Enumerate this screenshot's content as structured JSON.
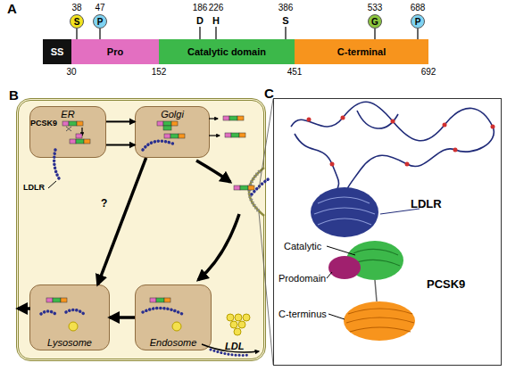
{
  "diagram": {
    "nodes": [
      {
        "text": [
          "S"
        ]
      },
      {
        "text": [
          "P"
        ]
      },
      {
        "text": [
          "G"
        ]
      },
      {
        "text": [
          "P"
        ]
      },
      {
        "text": [
          "SS"
        ]
      },
      {
        "text": [
          "Pro"
        ]
      },
      {
        "text": [
          "Catalytic domain"
        ]
      },
      {
        "text": [
          "C-terminal"
        ]
      },
      {
        "text": [
          "B"
        ]
      },
      {
        "text": [
          "ER"
        ],
        "in": 8
      },
      {
        "text": [
          "Golgi"
        ],
        "in": 8
      },
      {
        "text": [
          "Lysosome"
        ],
        "in": 8
      },
      {
        "text": [
          "Endosome"
        ],
        "in": 8
      },
      {
        "text": [
          "C"
        ]
      }
    ],
    "edges": [
      {
        "from": 0,
        "to": 5,
        "arrow": "none"
      },
      {
        "from": 1,
        "to": 5,
        "arrow": "none"
      },
      {
        "from": 2,
        "to": 7,
        "arrow": "none"
      },
      {
        "from": 3,
        "to": 7,
        "arrow": "none"
      },
      {
        "from": 9,
        "to": 10,
        "arrow": "to"
      },
      {
        "from": 9,
        "to": 10,
        "arrow": "to"
      },
      {
        "from": 10,
        "to": 11,
        "label": "?",
        "arrow": "to"
      },
      {
        "from": 12,
        "to": 11,
        "arrow": "to"
      }
    ],
    "labels": [
      "A",
      "38",
      "47",
      "186",
      "226",
      "386",
      "533",
      "688",
      "D",
      "H",
      "S",
      "30",
      "152",
      "451",
      "692",
      "PCSK9",
      "LDLR",
      "LDL",
      "LDLR",
      "Catalytic",
      "Prodomain",
      "C-terminus",
      "PCSK9"
    ]
  }
}
